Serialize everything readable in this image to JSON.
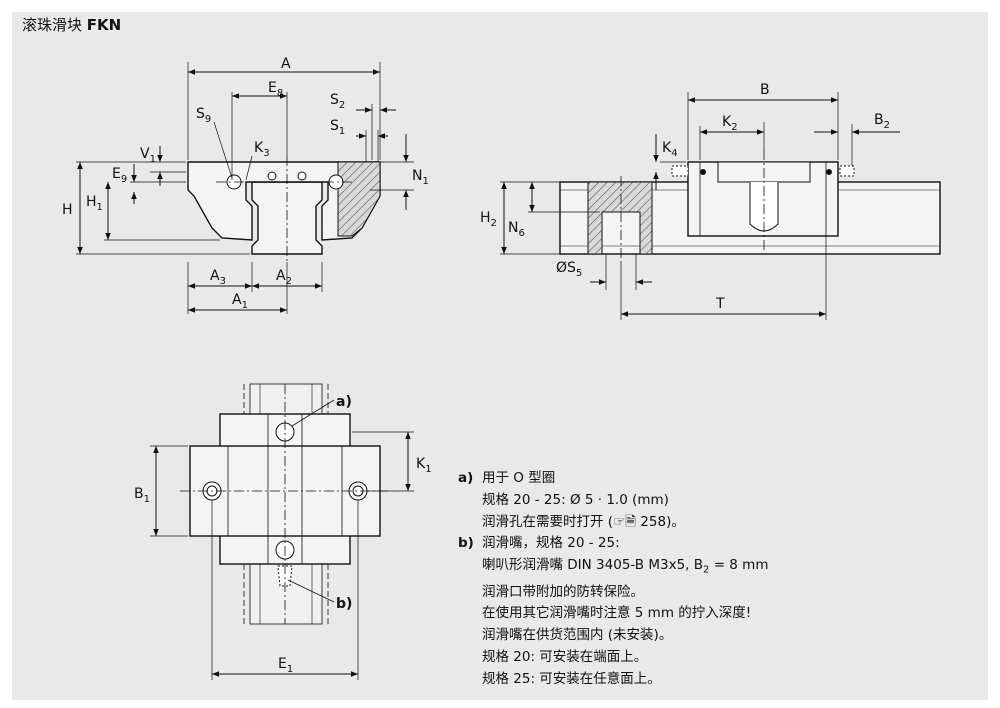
{
  "title": {
    "cn": "滚珠滑块",
    "code": "FKN"
  },
  "dims": {
    "A": "A",
    "E8_base": "E",
    "E8_sub": "8",
    "S9_base": "S",
    "S9_sub": "9",
    "S2_base": "S",
    "S2_sub": "2",
    "S1_base": "S",
    "S1_sub": "1",
    "V1_base": "V",
    "V1_sub": "1",
    "K3_base": "K",
    "K3_sub": "3",
    "E9_base": "E",
    "E9_sub": "9",
    "N1_base": "N",
    "N1_sub": "1",
    "H": "H",
    "H1_base": "H",
    "H1_sub": "1",
    "A3_base": "A",
    "A3_sub": "3",
    "A2_base": "A",
    "A2_sub": "2",
    "A1_base": "A",
    "A1_sub": "1",
    "B": "B",
    "K2_base": "K",
    "K2_sub": "2",
    "B2_base": "B",
    "B2_sub": "2",
    "K4_base": "K",
    "K4_sub": "4",
    "H2_base": "H",
    "H2_sub": "2",
    "N6_base": "N",
    "N6_sub": "6",
    "S5_base": "ØS",
    "S5_sub": "5",
    "T": "T",
    "a": "a)",
    "b": "b)",
    "B1_base": "B",
    "B1_sub": "1",
    "K1_base": "K",
    "K1_sub": "1",
    "E1_base": "E",
    "E1_sub": "1"
  },
  "notes": {
    "a_key": "a)",
    "a_line1": "用于 O 型圈",
    "a_line2": "规格 20 - 25: Ø 5 · 1.0 (mm)",
    "a_line3": "润滑孔在需要时打开 (☞🗎 258)。",
    "b_key": "b)",
    "b_line1": "润滑嘴，规格 20 - 25:",
    "b_line2_pre": "喇叭形润滑嘴 DIN 3405-B M3x5, B",
    "b_line2_sub": "2",
    "b_line2_post": " = 8 mm",
    "b_line3": "润滑口带附加的防转保险。",
    "b_line4": "在使用其它润滑嘴时注意 5 mm 的拧入深度!",
    "b_line5": "润滑嘴在供货范围内 (未安装)。",
    "b_line6": "规格 20: 可安装在端面上。",
    "b_line7": "规格 25: 可安装在任意面上。"
  }
}
